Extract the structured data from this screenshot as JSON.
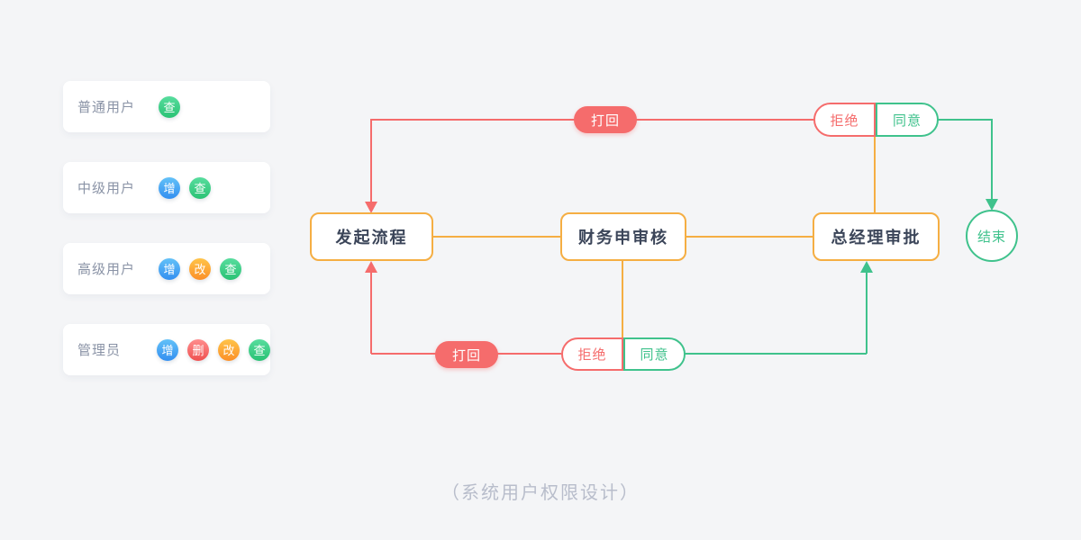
{
  "legend": {
    "cards": [
      {
        "label": "普通用户",
        "badges": [
          {
            "text": "查"
          }
        ]
      },
      {
        "label": "中级用户",
        "badges": [
          {
            "text": "增"
          },
          {
            "text": "查"
          }
        ]
      },
      {
        "label": "高级用户",
        "badges": [
          {
            "text": "增"
          },
          {
            "text": "改"
          },
          {
            "text": "查"
          }
        ]
      },
      {
        "label": "管理员",
        "badges": [
          {
            "text": "增"
          },
          {
            "text": "删"
          },
          {
            "text": "改"
          },
          {
            "text": "查"
          }
        ]
      }
    ]
  },
  "flow": {
    "nodes": {
      "start": "发起流程",
      "finance": "财务申审核",
      "manager": "总经理审批",
      "end": "结束"
    },
    "labels": {
      "sendback_top": "打回",
      "reject_top": "拒绝",
      "approve_top": "同意",
      "sendback_bottom": "打回",
      "reject_bottom": "拒绝",
      "approve_bottom": "同意"
    }
  },
  "caption": "（系统用户权限设计）",
  "colors": {
    "background": "#f4f5f7",
    "node_border_orange": "#f5ae43",
    "reject_red": "#f56c6c",
    "approve_green": "#3fc28c",
    "node_text": "#3b4559",
    "card_label": "#8a93a6",
    "caption_text": "#b8bdcb",
    "badge_blue": "#338ff0",
    "badge_red": "#ef5050",
    "badge_orange": "#fb8f28",
    "badge_green": "#29c274"
  }
}
